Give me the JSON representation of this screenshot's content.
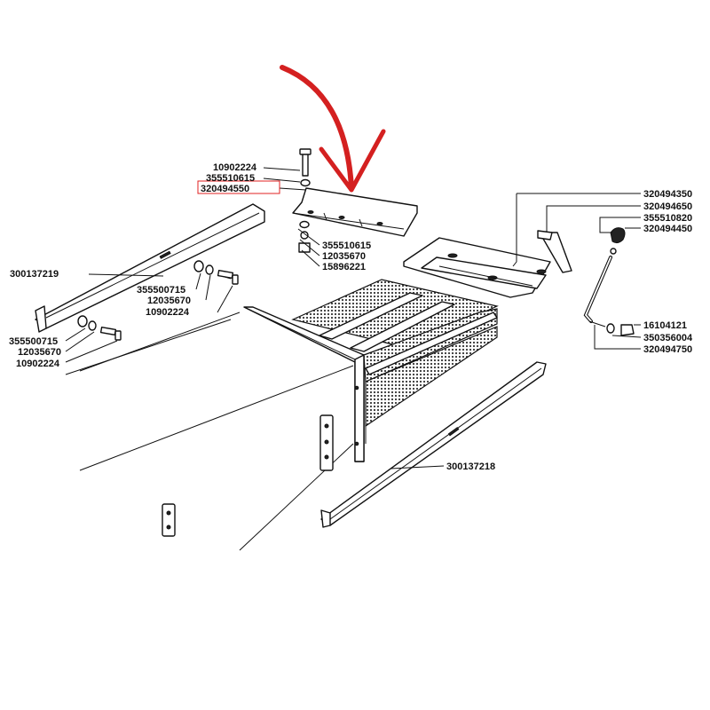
{
  "highlight_color": "#e02020",
  "arrow_color": "#d42020",
  "labels": {
    "l_10902224_top": "10902224",
    "l_355510615_top": "355510615",
    "l_320494550": "320494550",
    "l_355510615_mid": "355510615",
    "l_12035670_mid": "12035670",
    "l_15896221": "15896221",
    "l_300137219": "300137219",
    "l_355500715_a": "355500715",
    "l_12035670_a": "12035670",
    "l_10902224_a": "10902224",
    "l_355500715_b": "355500715",
    "l_12035670_b": "12035670",
    "l_10902224_b": "10902224",
    "l_320494350": "320494350",
    "l_320494650": "320494650",
    "l_355510820": "355510820",
    "l_320494450": "320494450",
    "l_16104121": "16104121",
    "l_350356004": "350356004",
    "l_320494750": "320494750",
    "l_300137218": "300137218"
  },
  "highlighted_part": "320494550"
}
